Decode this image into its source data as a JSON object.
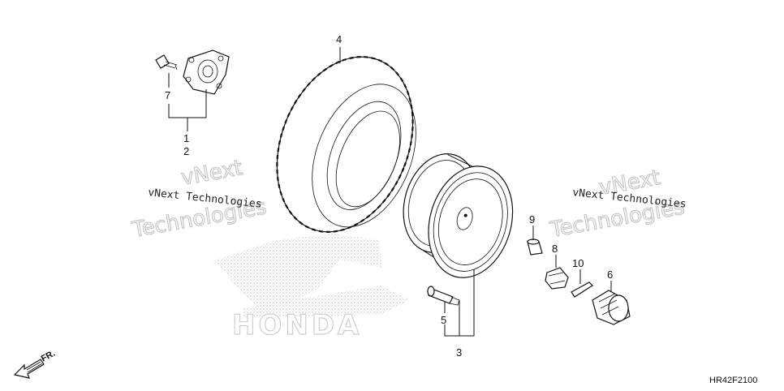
{
  "callouts": {
    "c1": "1",
    "c2": "2",
    "c3": "3",
    "c4": "4",
    "c5": "5",
    "c6": "6",
    "c7": "7",
    "c8": "8",
    "c9": "9",
    "c10": "10"
  },
  "watermark": {
    "small": "vNext Technologies",
    "big_line1": "vNext",
    "big_line2": "Technologies",
    "logo_text": "HONDA"
  },
  "direction_label": "FR.",
  "diagram_code": "HR42F2100"
}
